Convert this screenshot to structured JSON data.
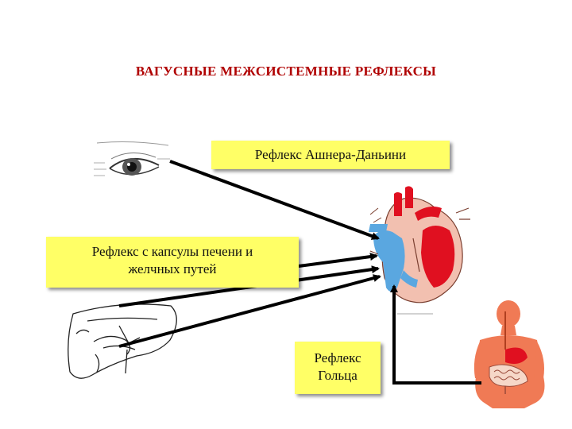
{
  "title": "ВАГУСНЫЕ  МЕЖСИСТЕМНЫЕ  РЕФЛЕКСЫ",
  "boxes": {
    "aschner": "Рефлекс  Ашнера-Даньини",
    "liver_line1": "Рефлекс с капсулы печени и",
    "liver_line2": "желчных   путей",
    "goltz_line1": "Рефлекс",
    "goltz_line2": "Гольца"
  },
  "colors": {
    "box_fill": "#ffff66",
    "title_text": "#b00000",
    "arrow": "#000000",
    "heart_red": "#e01020",
    "heart_blue": "#5aa7e0",
    "body_skin": "#f07a55"
  },
  "icons": [
    "eye-illustration",
    "heart-illustration",
    "liver-illustration",
    "digestive-body-illustration"
  ]
}
